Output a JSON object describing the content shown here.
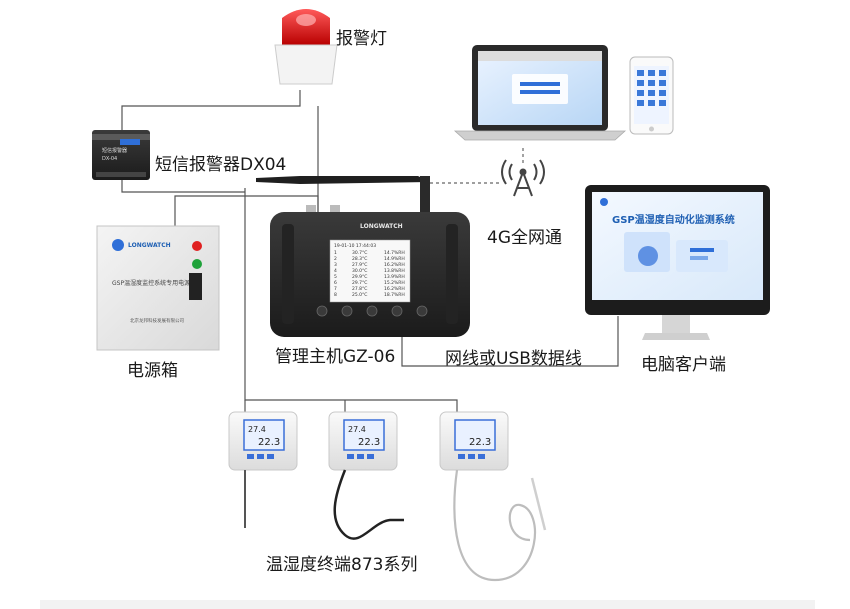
{
  "labels": {
    "alarm_light": "报警灯",
    "sms_alarm": "短信报警器DX04",
    "network_4g": "4G全网通",
    "power_box": "电源箱",
    "host": "管理主机GZ-06",
    "link": "网线或USB数据线",
    "pc_client": "电脑客户端",
    "terminals": "温湿度终端873系列"
  },
  "software_title": "GSP温湿度自动化监测系统",
  "host_brand": "LONGWATCH",
  "power_box_brand": "LONGWATCH",
  "power_box_text": "GSP温湿度监控系统专用电源",
  "power_box_footer": "北京龙邦科技发展有限公司",
  "sms_device_text": "短信报警器",
  "sms_device_model": "DX-04",
  "host_screen": {
    "header": "19-01-10 17:44:03",
    "rows": [
      {
        "idx": "1",
        "temp": "30.7°C",
        "hum": "14.7%RH"
      },
      {
        "idx": "2",
        "temp": "28.3°C",
        "hum": "14.9%RH"
      },
      {
        "idx": "3",
        "temp": "27.9°C",
        "hum": "16.2%RH"
      },
      {
        "idx": "4",
        "temp": "30.0°C",
        "hum": "13.8%RH"
      },
      {
        "idx": "5",
        "temp": "29.9°C",
        "hum": "13.9%RH"
      },
      {
        "idx": "6",
        "temp": "29.7°C",
        "hum": "15.2%RH"
      },
      {
        "idx": "7",
        "temp": "27.8°C",
        "hum": "16.2%RH"
      },
      {
        "idx": "8",
        "temp": "25.0°C",
        "hum": "18.7%RH"
      }
    ]
  },
  "sensor_readings": [
    {
      "top": "27.4",
      "bottom": "22.3"
    },
    {
      "top": "27.4",
      "bottom": "22.3"
    },
    {
      "top": "",
      "bottom": "22.3"
    }
  ],
  "colors": {
    "line": "#555555",
    "device_dark": "#2b2b2b",
    "alarm_red": "#e02020",
    "brand_blue": "#1e5fb3",
    "lcd_blue": "#3a6fd8"
  }
}
